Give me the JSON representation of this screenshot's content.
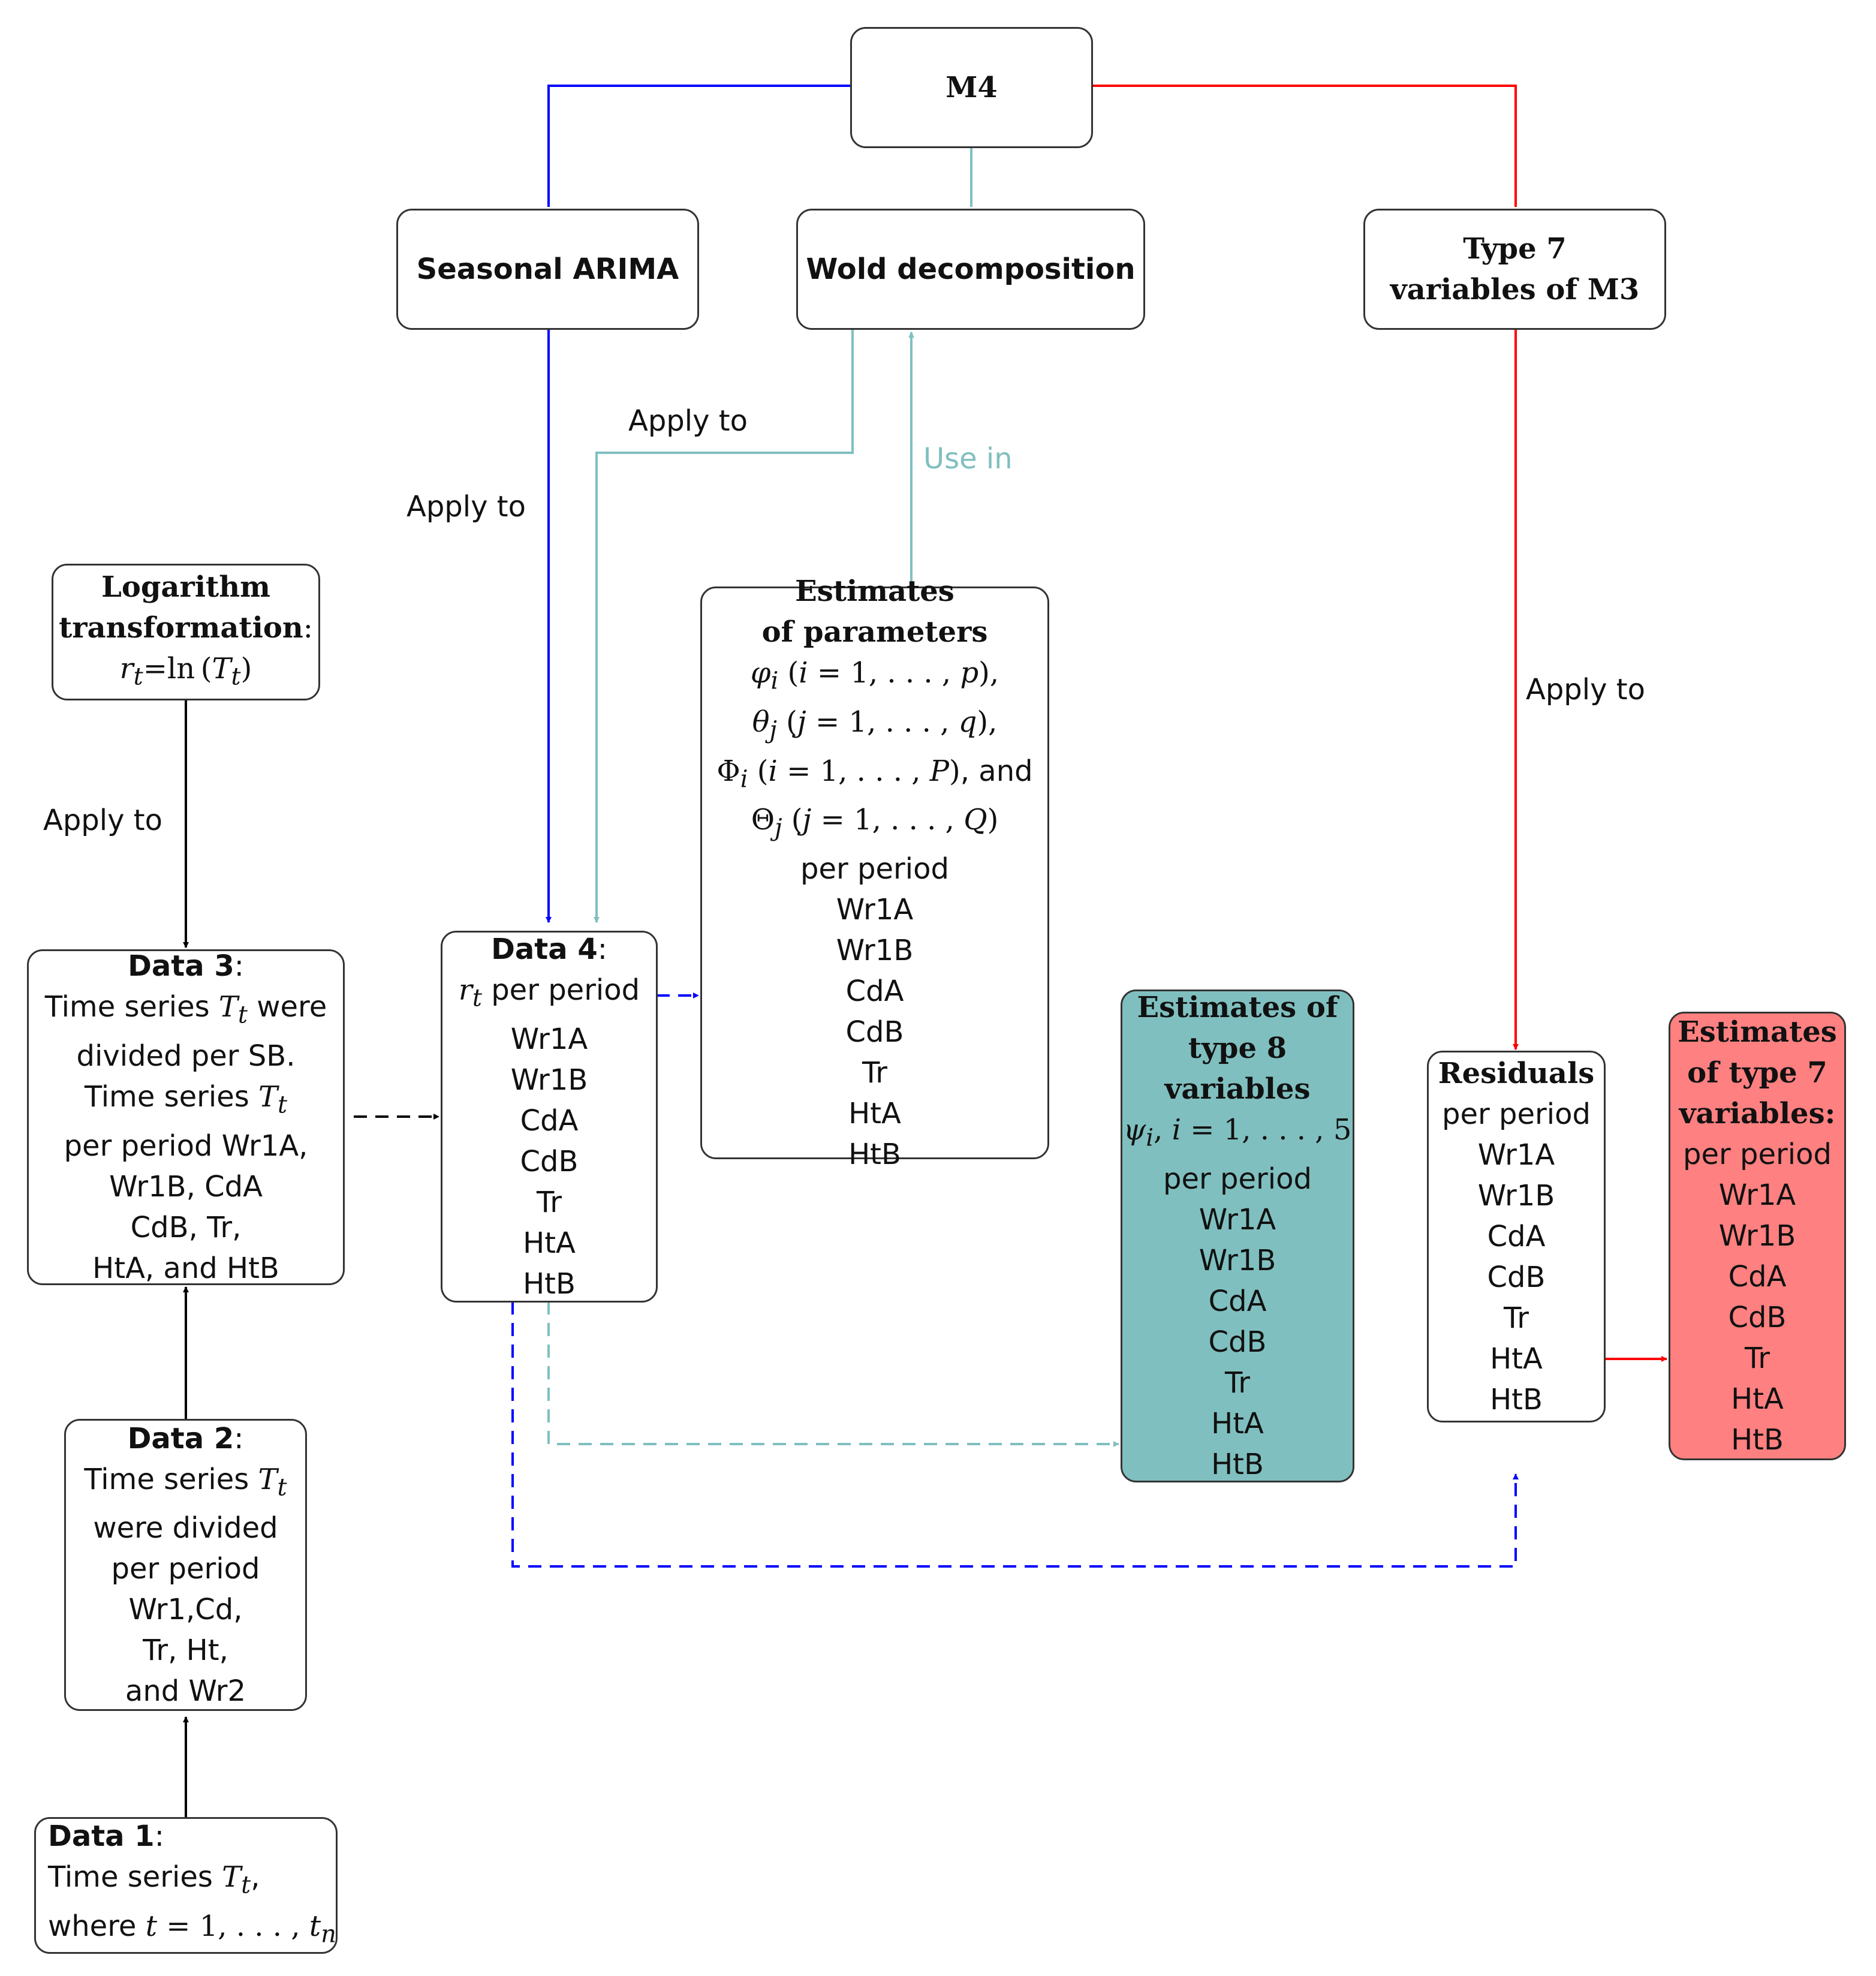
{
  "nodes": {
    "m4": {
      "title": "M4"
    },
    "seasonal_arima": {
      "title": "Seasonal ARIMA"
    },
    "wold": {
      "title": "Wold decomposition"
    },
    "type7": {
      "line1": "Type 7",
      "line2": "variables of M3"
    },
    "log": {
      "line1": "Logarithm",
      "line2": "transformation",
      "line2_suffix": ":",
      "formula_var": "r",
      "formula_sub": "t",
      "formula_eq": "=ln",
      "formula_arg": "T",
      "formula_arg_sub": "t"
    },
    "data3": {
      "title": "Data 3",
      "title_suffix": ":",
      "l1_pre": "Time series ",
      "l1_var": "T",
      "l1_sub": "t",
      "l1_post": " were",
      "l2": "divided per SB.",
      "l3_pre": "Time series ",
      "l3_var": "T",
      "l3_sub": "t",
      "l4": "per period Wr1A,",
      "l5": "Wr1B, CdA",
      "l6": "CdB, Tr,",
      "l7": "HtA, and HtB"
    },
    "data4": {
      "title": "Data 4",
      "title_suffix": ":",
      "l1_var": "r",
      "l1_sub": "t",
      "l1_post": " per period",
      "items": [
        "Wr1A",
        "Wr1B",
        "CdA",
        "CdB",
        "Tr",
        "HtA",
        "HtB"
      ]
    },
    "estimates": {
      "line1": "Estimates",
      "line2": "of parameters",
      "phi_sym": "φ",
      "phi_sub": "i",
      "phi_idx": "i",
      "phi_end": "p",
      "theta_sym": "θ",
      "theta_sub": "j",
      "theta_idx": "j",
      "theta_end": "q",
      "Phi_sym": "Φ",
      "Phi_sub": "i",
      "Phi_idx": "i",
      "Phi_end": "P",
      "Theta_sym": "Θ",
      "Theta_sub": "j",
      "Theta_idx": "j",
      "Theta_end": "Q",
      "eq": " = 1, . . . , ",
      "and": ", and",
      "per_period": "per period",
      "items": [
        "Wr1A",
        "Wr1B",
        "CdA",
        "CdB",
        "Tr",
        "HtA",
        "HtB"
      ]
    },
    "type8": {
      "line1": "Estimates of",
      "line2": "type 8",
      "line3": "variables",
      "psi_sym": "ψ",
      "psi_sub": "i",
      "psi_idx": "i",
      "psi_rest": " = 1, . . . , 5",
      "per_period": "per period",
      "items": [
        "Wr1A",
        "Wr1B",
        "CdA",
        "CdB",
        "Tr",
        "HtA",
        "HtB"
      ],
      "fill": "#80bfbf"
    },
    "residuals": {
      "line1": "Residuals",
      "line2": "per period",
      "items": [
        "Wr1A",
        "Wr1B",
        "CdA",
        "CdB",
        "Tr",
        "HtA",
        "HtB"
      ]
    },
    "type7est": {
      "line1": "Estimates",
      "line2": "of type 7",
      "line3": "variables:",
      "line4": "per period",
      "items": [
        "Wr1A",
        "Wr1B",
        "CdA",
        "CdB",
        "Tr",
        "HtA",
        "HtB"
      ],
      "fill": "#ff8080"
    },
    "data2": {
      "title": "Data 2",
      "title_suffix": ":",
      "l1_pre": "Time series ",
      "l1_var": "T",
      "l1_sub": "t",
      "l2": "were divided",
      "l3": "per period",
      "l4": "Wr1,Cd,",
      "l5": "Tr, Ht,",
      "l6": "and Wr2"
    },
    "data1": {
      "title": "Data 1",
      "title_suffix": ":",
      "l1_pre": "Time series ",
      "l1_var": "T",
      "l1_sub": "t",
      "l1_post": ",",
      "l2_pre": "where ",
      "l2_var": "t",
      "l2_mid": " = 1, . . . , ",
      "l2_var2": "t",
      "l2_sub": "n"
    }
  },
  "edge_labels": {
    "arima_apply": "Apply to",
    "wold_apply": "Apply to",
    "use_in": "Use in",
    "type7_apply": "Apply to",
    "log_apply": "Apply to"
  },
  "colors": {
    "blue": "#0000ff",
    "red": "#ff0000",
    "teal": "#80bfbf",
    "black": "#000000"
  }
}
